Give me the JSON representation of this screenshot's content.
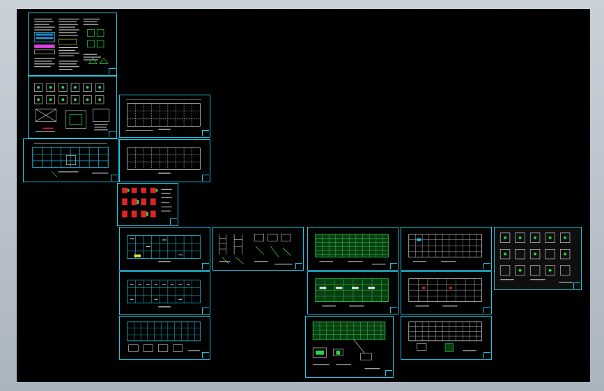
{
  "app": {
    "description_none": ""
  },
  "colors": {
    "frame": "#21c6e0",
    "grid_green": "#27d64a",
    "grid_white": "#e8e8e8",
    "accent_red": "#e02424",
    "accent_magenta": "#e040e0",
    "accent_yellow": "#e8e040",
    "canvas_bg": "#000000"
  },
  "sheets": [
    {
      "id": "general-notes",
      "kind": "notes"
    },
    {
      "id": "foundation-details",
      "kind": "details"
    },
    {
      "id": "plan-1",
      "kind": "plan-white"
    },
    {
      "id": "plan-2",
      "kind": "plan-cyan"
    },
    {
      "id": "plan-3",
      "kind": "plan-white"
    },
    {
      "id": "column-details",
      "kind": "columns"
    },
    {
      "id": "beam-plan-1",
      "kind": "plan-cyan"
    },
    {
      "id": "stair-details",
      "kind": "details-white"
    },
    {
      "id": "green-plan-1",
      "kind": "plan-green"
    },
    {
      "id": "white-plan-4",
      "kind": "plan-white"
    },
    {
      "id": "node-details",
      "kind": "details-white"
    },
    {
      "id": "beam-plan-2",
      "kind": "plan-cyan"
    },
    {
      "id": "green-plan-2",
      "kind": "plan-green"
    },
    {
      "id": "white-plan-5",
      "kind": "plan-white"
    },
    {
      "id": "beam-plan-3",
      "kind": "plan-cyan"
    },
    {
      "id": "green-plan-3",
      "kind": "plan-green"
    },
    {
      "id": "white-plan-6",
      "kind": "plan-white"
    }
  ]
}
